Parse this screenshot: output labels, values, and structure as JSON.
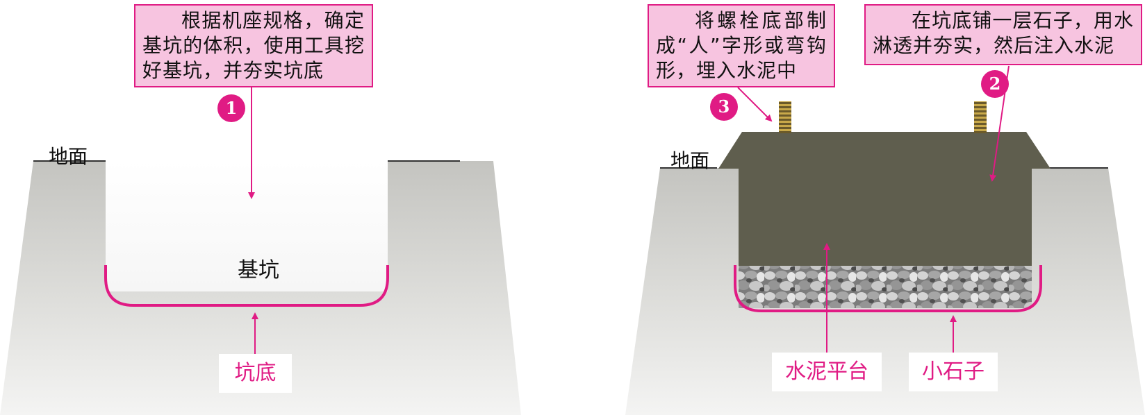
{
  "left_panel": {
    "step1_text": "根据机座规格，确定基坑的体积，使用工具挖好基坑，并夯实坑底",
    "step1_number": "1",
    "ground_label": "地面",
    "pit_label": "基坑",
    "pit_bottom_label": "坑底"
  },
  "right_panel": {
    "step3_text": "将螺栓底部制成“人”字形或弯钩形，埋入水泥中",
    "step3_number": "3",
    "step2_text": "在坑底铺一层石子，用水淋透并夯实，然后注入水泥",
    "step2_number": "2",
    "ground_label": "地面",
    "cement_label": "水泥平台",
    "stones_label": "小石子"
  },
  "colors": {
    "accent": "#e01b84",
    "callout_fill": "#f7c4e0",
    "ground_light": "#e6e6e6",
    "ground_dark": "#c4c4c0",
    "cement": "#5f5e4e"
  }
}
